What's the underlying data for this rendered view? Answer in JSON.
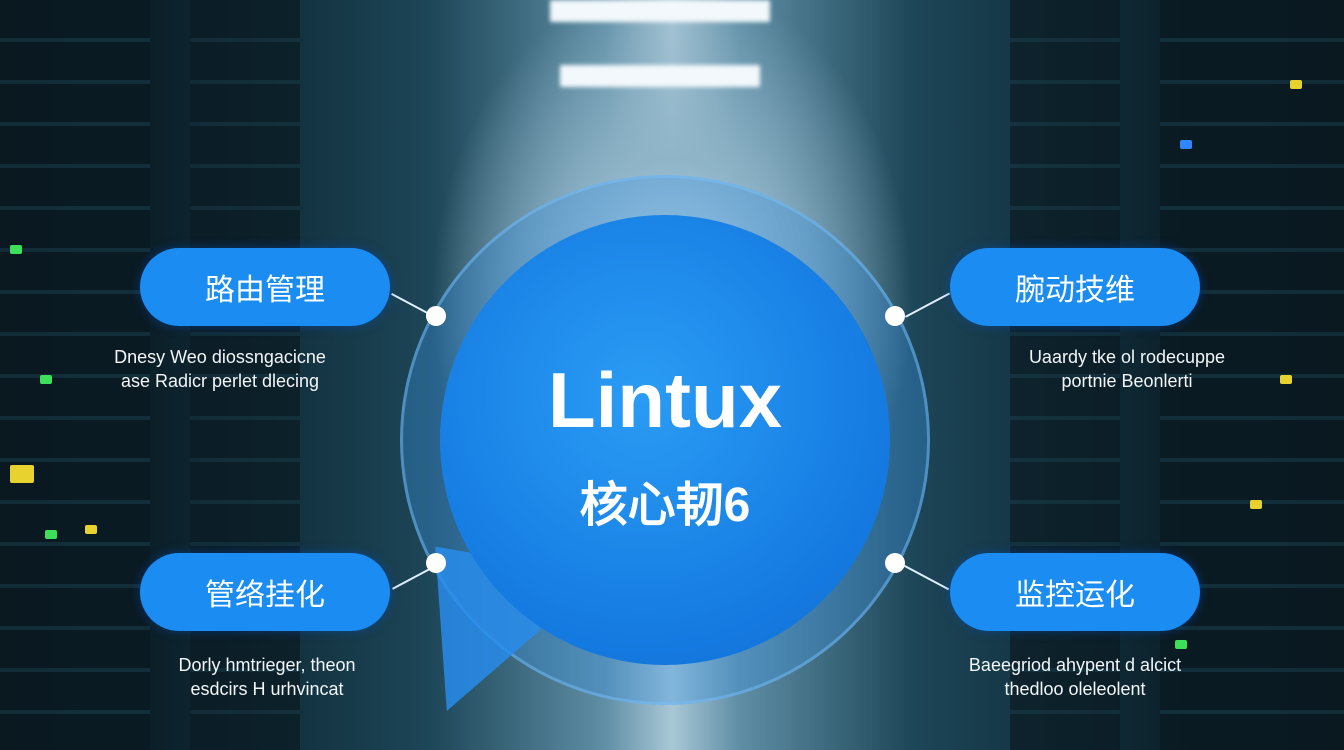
{
  "center": {
    "title": "Lintux",
    "subtitle": "核心韧6"
  },
  "nodes": [
    {
      "label": "路由管理",
      "desc": [
        "Dnesy Weo diossngacicne",
        "ase Radicr perlet dlecing"
      ]
    },
    {
      "label": "腕动技维",
      "desc": [
        "Uaardy tke ol rodecuppe",
        "portnie Beonlerti"
      ]
    },
    {
      "label": "管络挂化",
      "desc": [
        "Dorly hmtrieger, theon",
        "esdcirs H urhvincat"
      ]
    },
    {
      "label": "监控运化",
      "desc": [
        "Baeegriod ahypent d alcict",
        "thedloo oleleolent"
      ]
    }
  ],
  "colors": {
    "accent": "#1a8cf2",
    "bubble": "#1479e0"
  }
}
